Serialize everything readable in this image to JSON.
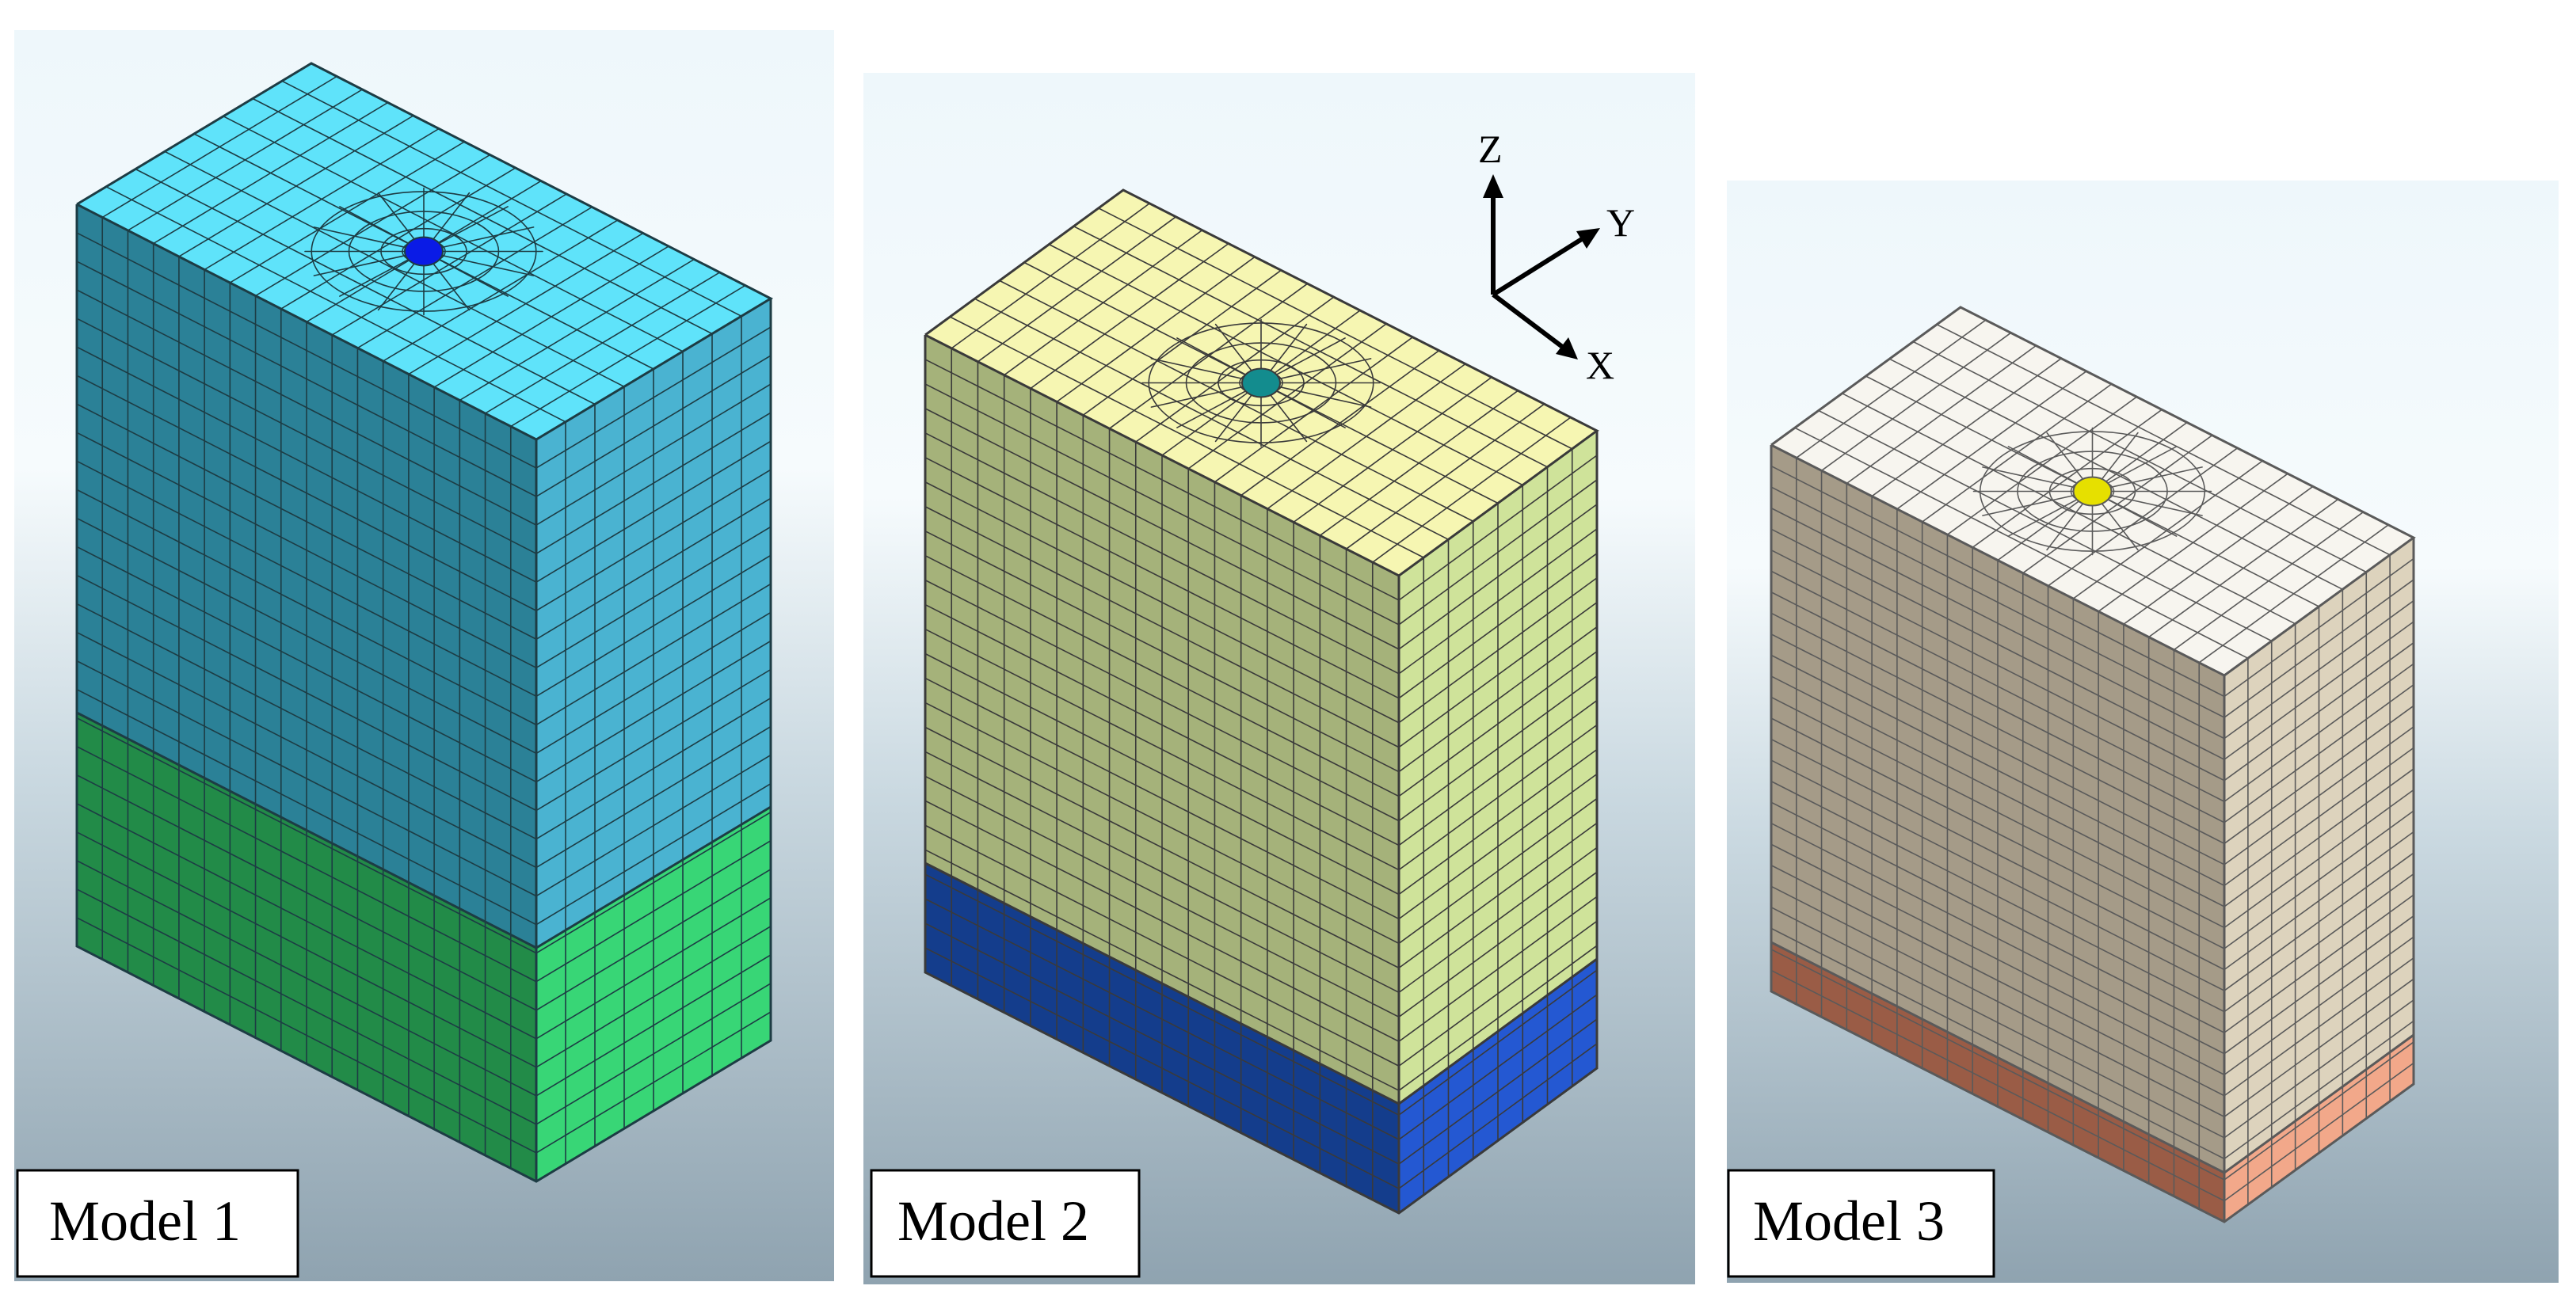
{
  "models": [
    {
      "label": "Model 1",
      "colors": {
        "upper_top": "#5fe3fa",
        "upper_left": "#2b8197",
        "upper_right": "#4ab3d1",
        "lower_left": "#228b48",
        "lower_right": "#38d676",
        "pile": "#0a1be6",
        "line": "#1d3c44"
      }
    },
    {
      "label": "Model 2",
      "colors": {
        "upper_top": "#f6f6b2",
        "upper_left": "#a5b27a",
        "upper_right": "#cfe39a",
        "lower_left": "#143d8c",
        "lower_right": "#2458d2",
        "pile": "#138c8e",
        "line": "#3a3a3a"
      }
    },
    {
      "label": "Model 3",
      "colors": {
        "upper_top": "#f7f5ef",
        "upper_left": "#a59b88",
        "upper_right": "#ddd3bd",
        "lower_left": "#9a5c46",
        "lower_right": "#f2a88a",
        "pile": "#e6e000",
        "line": "#5a5a5a"
      }
    }
  ],
  "axes": {
    "z": "Z",
    "y": "Y",
    "x": "X"
  }
}
